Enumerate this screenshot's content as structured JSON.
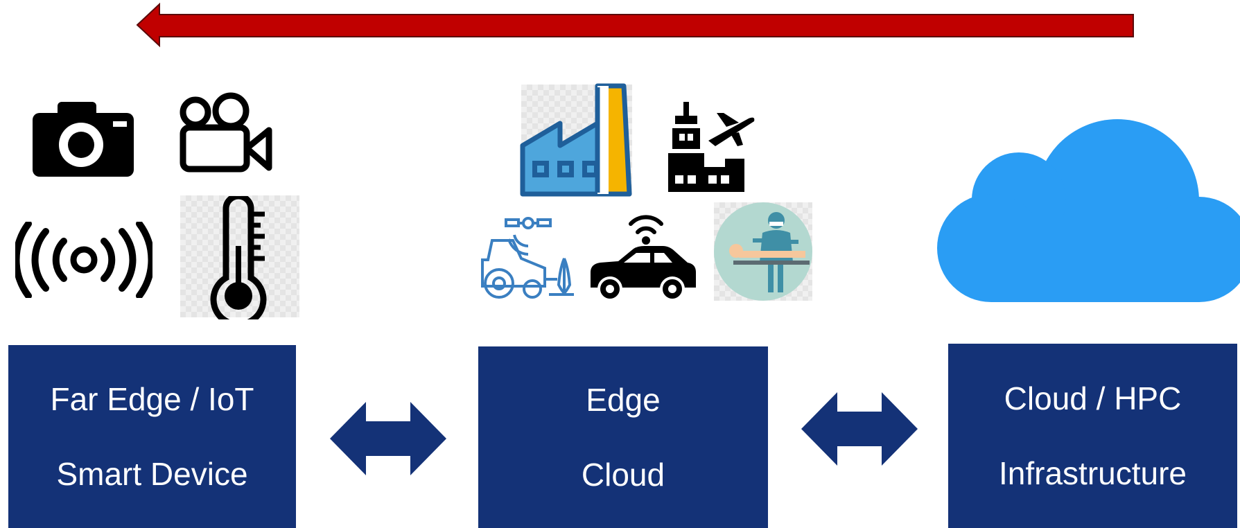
{
  "diagram": {
    "tiers": [
      {
        "id": "far-edge",
        "line1": "Far Edge / IoT",
        "line2": "Smart Device"
      },
      {
        "id": "edge",
        "line1": "Edge",
        "line2": "Cloud"
      },
      {
        "id": "cloud",
        "line1": "Cloud / HPC",
        "line2": "Infrastructure"
      }
    ],
    "icons": {
      "far_edge": [
        "camera-icon",
        "video-camera-icon",
        "wireless-signal-icon",
        "thermometer-icon"
      ],
      "edge": [
        "factory-icon",
        "airport-icon",
        "smart-tractor-icon",
        "connected-car-icon",
        "surgery-icon"
      ],
      "cloud": [
        "cloud-icon"
      ]
    },
    "colors": {
      "box": "#143277",
      "box_text": "#ffffff",
      "top_arrow": "#c00000",
      "cloud": "#2a9df4",
      "factory": "#1f5f9a",
      "tractor": "#3a7fc1"
    }
  }
}
